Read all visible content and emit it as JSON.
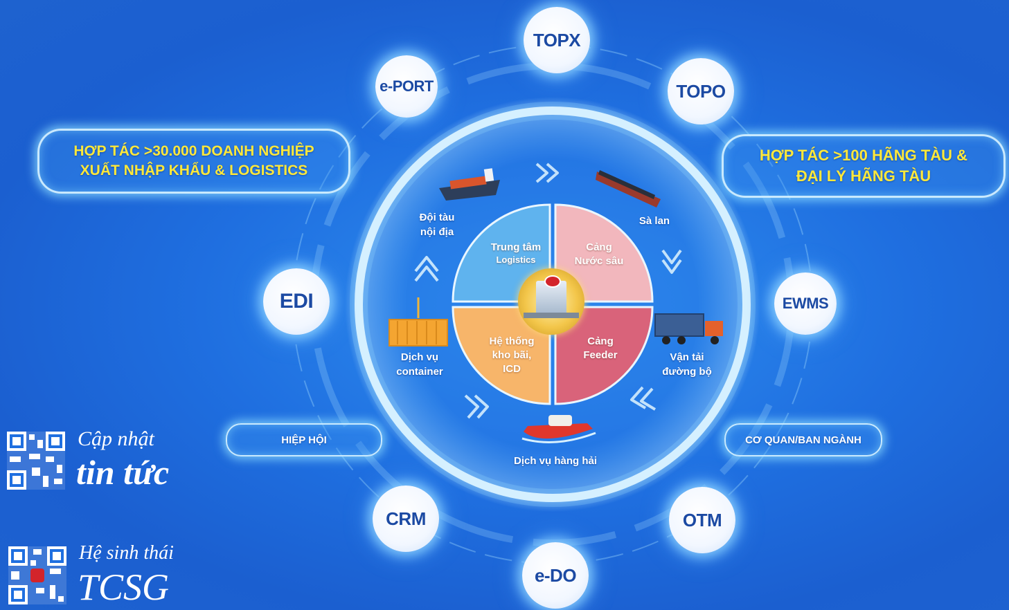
{
  "bubbles": {
    "topx": "TOPX",
    "eport": "e-PORT",
    "topo": "TOPO",
    "edi": "EDI",
    "ewms": "EWMS",
    "crm": "CRM",
    "otm": "OTM",
    "edo": "e-DO"
  },
  "pills": {
    "left_line1": "HỢP TÁC >30.000 DOANH NGHIỆP",
    "left_line2": "XUẤT NHẬP KHẨU & LOGISTICS",
    "right_line1": "HỢP TÁC >100 HÃNG TÀU &",
    "right_line2": "ĐẠI LÝ HÃNG TÀU",
    "hiep_hoi": "HIỆP HỘI",
    "co_quan": "CƠ QUAN/BAN NGÀNH"
  },
  "services": {
    "doi_tau_1": "Đội tàu",
    "doi_tau_2": "nội địa",
    "sa_lan": "Sà lan",
    "dich_vu_container_1": "Dịch vụ",
    "dich_vu_container_2": "container",
    "van_tai_1": "Vận tải",
    "van_tai_2": "đường bộ",
    "hang_hai": "Dịch vụ hàng hải"
  },
  "quadrants": {
    "tl_1": "Trung tâm",
    "tl_2": "Logistics",
    "tr_1": "Cảng",
    "tr_2": "Nước sâu",
    "bl_1": "Hệ thống",
    "bl_2": "kho bãi,",
    "bl_3": "ICD",
    "br_1": "Cảng",
    "br_2": "Feeder"
  },
  "qr": {
    "news_line1": "Cập nhật",
    "news_line2": "tin tức",
    "eco_line1": "Hệ sinh thái",
    "eco_line2": "TCSG"
  },
  "colors": {
    "bg": "#1f6fe0",
    "quad_tl": "#5fb3ee",
    "quad_tr": "#f2b7bd",
    "quad_bl": "#f7b56a",
    "quad_br": "#d9637a",
    "pill_text": "#ffe83a"
  }
}
